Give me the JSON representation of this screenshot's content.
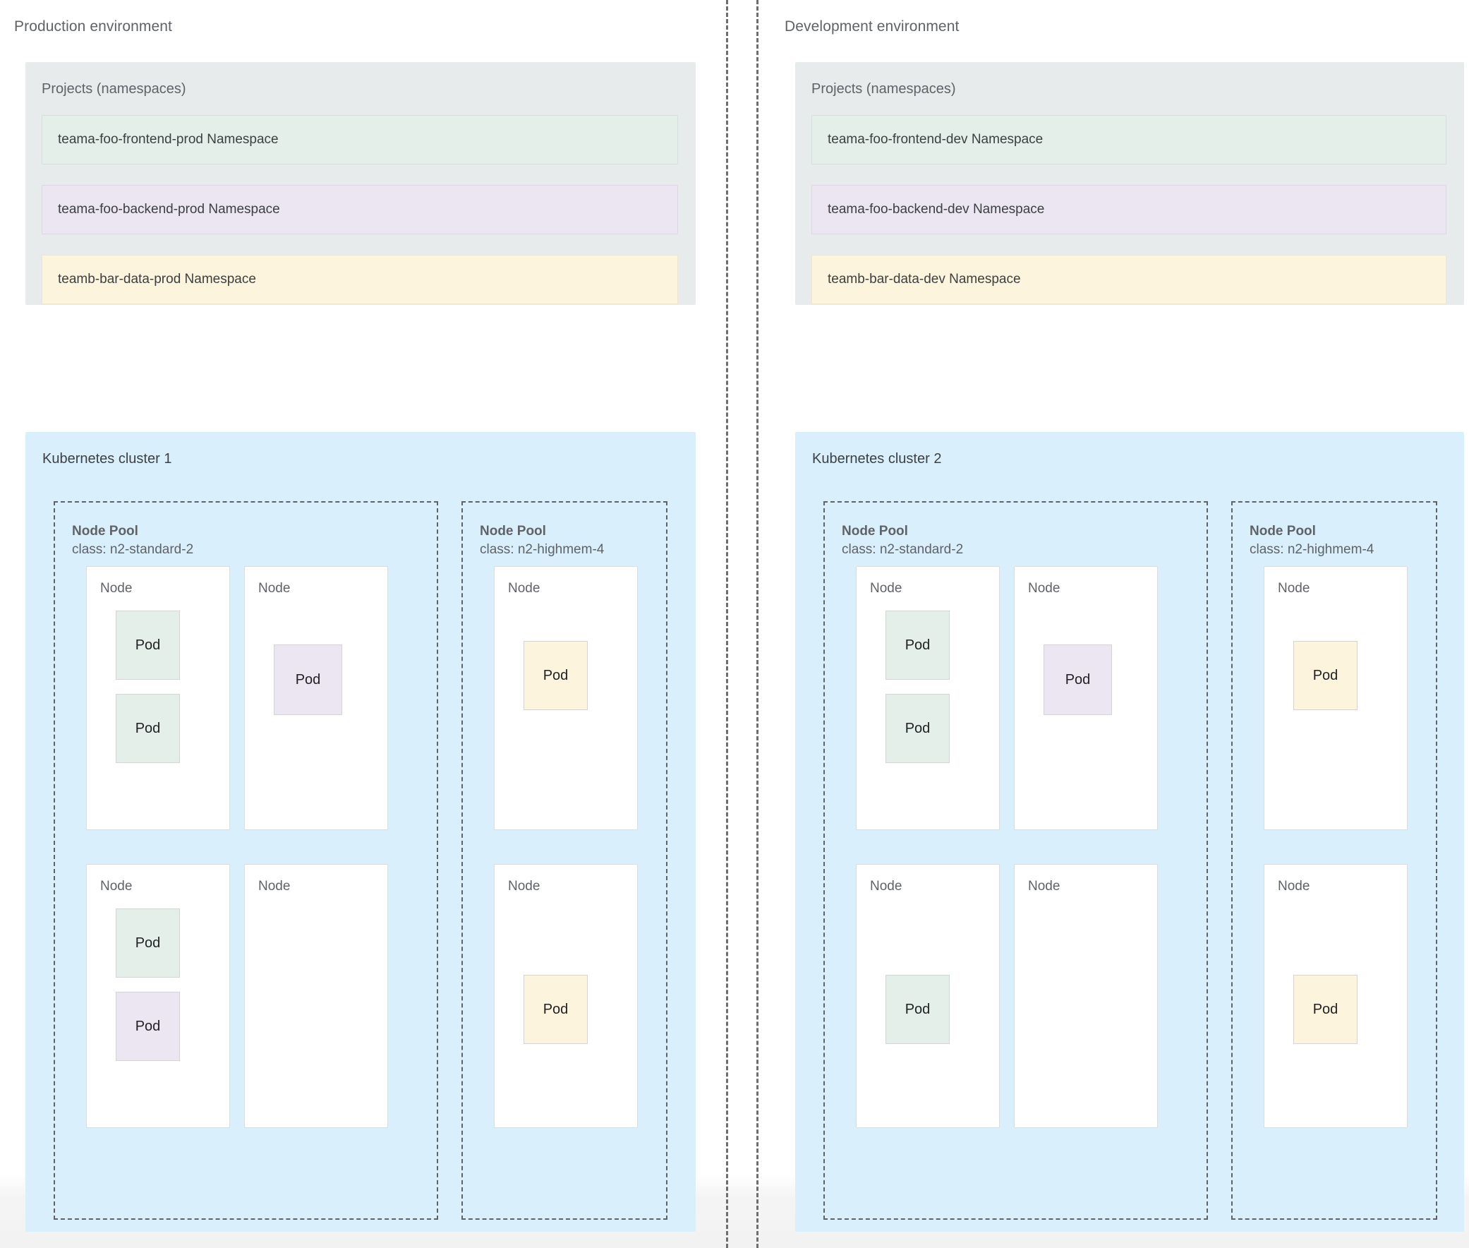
{
  "environments": [
    {
      "title": "Production environment",
      "projects": {
        "title": "Projects (namespaces)",
        "namespaces": [
          {
            "label": "teama-foo-frontend-prod Namespace",
            "color": "green"
          },
          {
            "label": "teama-foo-backend-prod Namespace",
            "color": "purple"
          },
          {
            "label": "teamb-bar-data-prod Namespace",
            "color": "yellow"
          }
        ]
      },
      "cluster": {
        "title": "Kubernetes cluster 1",
        "node_pools": [
          {
            "name": "Node Pool",
            "class": "class: n2-standard-2",
            "nodes": [
              {
                "label": "Node",
                "pods": [
                  {
                    "label": "Pod",
                    "color": "green",
                    "slot": "slot-top"
                  },
                  {
                    "label": "Pod",
                    "color": "green",
                    "slot": "slot-bottom"
                  }
                ]
              },
              {
                "label": "Node",
                "pods": [
                  {
                    "label": "Pod",
                    "color": "purple",
                    "slot": "slot-mid"
                  }
                ]
              },
              {
                "label": "Node",
                "pods": [
                  {
                    "label": "Pod",
                    "color": "green",
                    "slot": "slot-top"
                  },
                  {
                    "label": "Pod",
                    "color": "purple",
                    "slot": "slot-bottom"
                  }
                ]
              },
              {
                "label": "Node",
                "pods": []
              }
            ]
          },
          {
            "name": "Node Pool",
            "class": "class: n2-highmem-4",
            "nodes": [
              {
                "label": "Node",
                "pods": [
                  {
                    "label": "Pod",
                    "color": "yellow",
                    "slot": "slot-center"
                  }
                ]
              },
              {
                "label": "Node",
                "pods": [
                  {
                    "label": "Pod",
                    "color": "yellow",
                    "slot": "slot-lower"
                  }
                ]
              }
            ]
          }
        ]
      }
    },
    {
      "title": "Development environment",
      "projects": {
        "title": "Projects (namespaces)",
        "namespaces": [
          {
            "label": "teama-foo-frontend-dev Namespace",
            "color": "green"
          },
          {
            "label": "teama-foo-backend-dev Namespace",
            "color": "purple"
          },
          {
            "label": "teamb-bar-data-dev Namespace",
            "color": "yellow"
          }
        ]
      },
      "cluster": {
        "title": "Kubernetes cluster 2",
        "node_pools": [
          {
            "name": "Node Pool",
            "class": "class: n2-standard-2",
            "nodes": [
              {
                "label": "Node",
                "pods": [
                  {
                    "label": "Pod",
                    "color": "green",
                    "slot": "slot-top"
                  },
                  {
                    "label": "Pod",
                    "color": "green",
                    "slot": "slot-bottom"
                  }
                ]
              },
              {
                "label": "Node",
                "pods": [
                  {
                    "label": "Pod",
                    "color": "purple",
                    "slot": "slot-mid"
                  }
                ]
              },
              {
                "label": "Node",
                "pods": [
                  {
                    "label": "Pod",
                    "color": "green",
                    "slot": "slot-lower"
                  }
                ]
              },
              {
                "label": "Node",
                "pods": []
              }
            ]
          },
          {
            "name": "Node Pool",
            "class": "class: n2-highmem-4",
            "nodes": [
              {
                "label": "Node",
                "pods": [
                  {
                    "label": "Pod",
                    "color": "yellow",
                    "slot": "slot-center"
                  }
                ]
              },
              {
                "label": "Node",
                "pods": [
                  {
                    "label": "Pod",
                    "color": "yellow",
                    "slot": "slot-lower"
                  }
                ]
              }
            ]
          }
        ]
      }
    }
  ],
  "palette": {
    "green": "#e4efe9",
    "purple": "#ece5f2",
    "yellow": "#fcf4dc",
    "cluster_blue": "#d9effc",
    "projects_gray": "#e8ebec",
    "text_gray": "#5f6368",
    "text_dark": "#3c4043"
  }
}
